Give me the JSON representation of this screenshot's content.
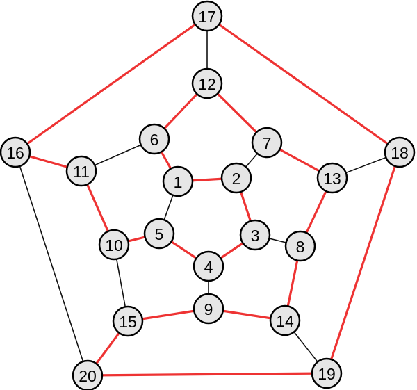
{
  "graph": {
    "colors": {
      "highlight_edge": "#ee3333",
      "plain_edge": "#111111",
      "node_fill": "#e6e6e6",
      "node_stroke": "#000000"
    },
    "nodes": [
      {
        "id": "1",
        "label": "1"
      },
      {
        "id": "2",
        "label": "2"
      },
      {
        "id": "3",
        "label": "3"
      },
      {
        "id": "4",
        "label": "4"
      },
      {
        "id": "5",
        "label": "5"
      },
      {
        "id": "6",
        "label": "6"
      },
      {
        "id": "7",
        "label": "7"
      },
      {
        "id": "8",
        "label": "8"
      },
      {
        "id": "9",
        "label": "9"
      },
      {
        "id": "10",
        "label": "10"
      },
      {
        "id": "11",
        "label": "11"
      },
      {
        "id": "12",
        "label": "12"
      },
      {
        "id": "13",
        "label": "13"
      },
      {
        "id": "14",
        "label": "14"
      },
      {
        "id": "15",
        "label": "15"
      },
      {
        "id": "16",
        "label": "16"
      },
      {
        "id": "17",
        "label": "17"
      },
      {
        "id": "18",
        "label": "18"
      },
      {
        "id": "19",
        "label": "19"
      },
      {
        "id": "20",
        "label": "20"
      }
    ],
    "edges": [
      {
        "from": "1",
        "to": "2",
        "highlighted": true
      },
      {
        "from": "2",
        "to": "3",
        "highlighted": true
      },
      {
        "from": "3",
        "to": "4",
        "highlighted": true
      },
      {
        "from": "4",
        "to": "5",
        "highlighted": true
      },
      {
        "from": "5",
        "to": "1",
        "highlighted": false
      },
      {
        "from": "1",
        "to": "6",
        "highlighted": true
      },
      {
        "from": "2",
        "to": "7",
        "highlighted": false
      },
      {
        "from": "3",
        "to": "8",
        "highlighted": false
      },
      {
        "from": "4",
        "to": "9",
        "highlighted": false
      },
      {
        "from": "5",
        "to": "10",
        "highlighted": true
      },
      {
        "from": "6",
        "to": "11",
        "highlighted": false
      },
      {
        "from": "6",
        "to": "12",
        "highlighted": true
      },
      {
        "from": "7",
        "to": "12",
        "highlighted": true
      },
      {
        "from": "7",
        "to": "13",
        "highlighted": true
      },
      {
        "from": "8",
        "to": "13",
        "highlighted": true
      },
      {
        "from": "8",
        "to": "14",
        "highlighted": true
      },
      {
        "from": "9",
        "to": "14",
        "highlighted": true
      },
      {
        "from": "9",
        "to": "15",
        "highlighted": true
      },
      {
        "from": "10",
        "to": "15",
        "highlighted": false
      },
      {
        "from": "10",
        "to": "11",
        "highlighted": true
      },
      {
        "from": "11",
        "to": "16",
        "highlighted": true
      },
      {
        "from": "12",
        "to": "17",
        "highlighted": false
      },
      {
        "from": "13",
        "to": "18",
        "highlighted": false
      },
      {
        "from": "14",
        "to": "19",
        "highlighted": false
      },
      {
        "from": "15",
        "to": "20",
        "highlighted": true
      },
      {
        "from": "16",
        "to": "17",
        "highlighted": true
      },
      {
        "from": "17",
        "to": "18",
        "highlighted": true
      },
      {
        "from": "18",
        "to": "19",
        "highlighted": true
      },
      {
        "from": "19",
        "to": "20",
        "highlighted": true
      },
      {
        "from": "20",
        "to": "16",
        "highlighted": false
      }
    ]
  }
}
